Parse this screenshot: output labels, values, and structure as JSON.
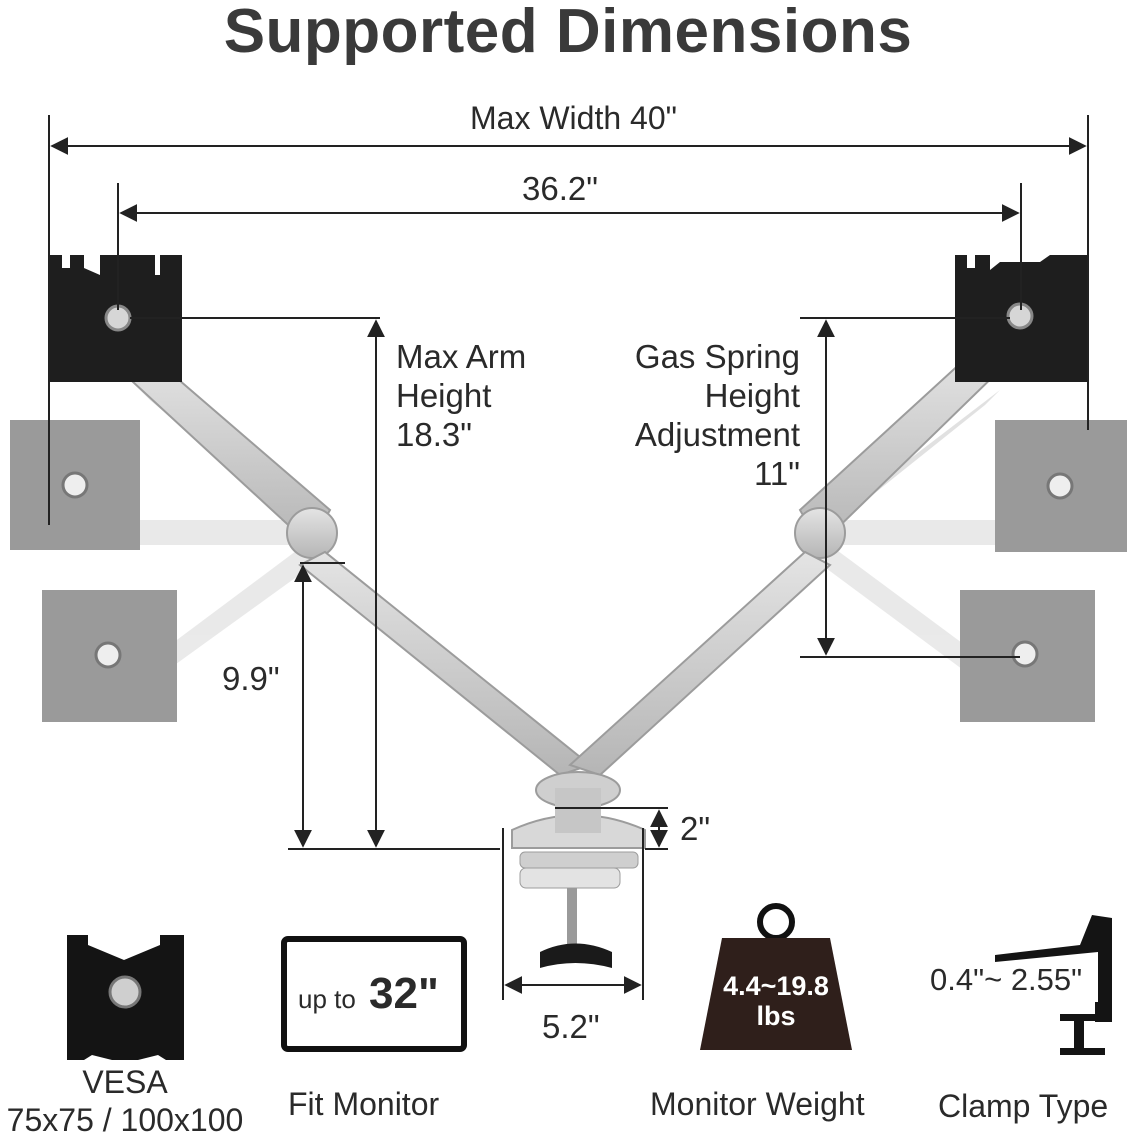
{
  "title": "Supported Dimensions",
  "dimensions": {
    "max_width": "Max Width 40\"",
    "vesa_span": "36.2\"",
    "max_arm_height": [
      "Max Arm",
      "Height",
      "18.3\""
    ],
    "gas_spring": [
      "Gas Spring",
      "Height",
      "Adjustment",
      "11\""
    ],
    "lower_height": "9.9\"",
    "base_height": "2\"",
    "base_width": "5.2\""
  },
  "features": [
    {
      "icon": "vesa-plate-icon",
      "lines": [
        "VESA",
        "75x75 / 100x100"
      ]
    },
    {
      "icon": "monitor-icon",
      "inner": [
        "up to",
        "32\""
      ],
      "lines": [
        "Fit Monitor"
      ]
    },
    {
      "icon": "weight-icon",
      "inner": [
        "4.4~19.8",
        "lbs"
      ],
      "lines": [
        "Monitor Weight"
      ]
    },
    {
      "icon": "clamp-icon",
      "inner": [
        "0.4\"~ 2.55\""
      ],
      "lines": [
        "Clamp Type"
      ]
    }
  ],
  "colors": {
    "text": "#2a2a2a",
    "plate": "#1c1c1c",
    "ghost_plate": "#9a9a9a",
    "arm": "#c9c9c9",
    "line": "#222222"
  }
}
